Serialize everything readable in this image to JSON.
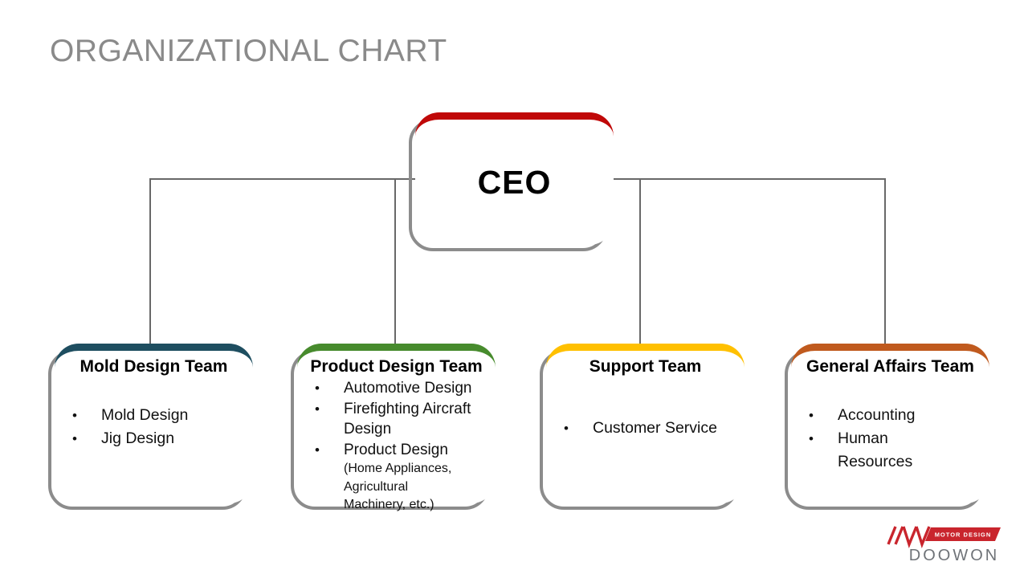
{
  "slide": {
    "title": "ORGANIZATIONAL CHART"
  },
  "ui": {
    "bullet_char": "•"
  },
  "org": {
    "root": {
      "label": "CEO",
      "accent": "#C00808"
    },
    "teams": [
      {
        "label": "Mold Design Team",
        "accent": "#1E4E60",
        "bullets": [
          "Mold Design",
          "Jig Design"
        ]
      },
      {
        "label": "Product Design Team",
        "accent": "#478B2D",
        "bullets": [
          "Automotive Design",
          "Firefighting Aircraft Design",
          "Product Design"
        ],
        "note": "(Home Appliances, Agricultural Machinery, etc.)"
      },
      {
        "label": "Support Team",
        "accent": "#FFC000",
        "bullets": [
          "Customer Service"
        ]
      },
      {
        "label": "General Affairs Team",
        "accent": "#C05A1E",
        "bullets": [
          "Accounting",
          "Human Resources"
        ]
      }
    ]
  },
  "logo": {
    "tagline": "MOTOR DESIGN",
    "company": "DOOWON",
    "brand_red": "#C9252D",
    "brand_gray": "#6F7378"
  }
}
